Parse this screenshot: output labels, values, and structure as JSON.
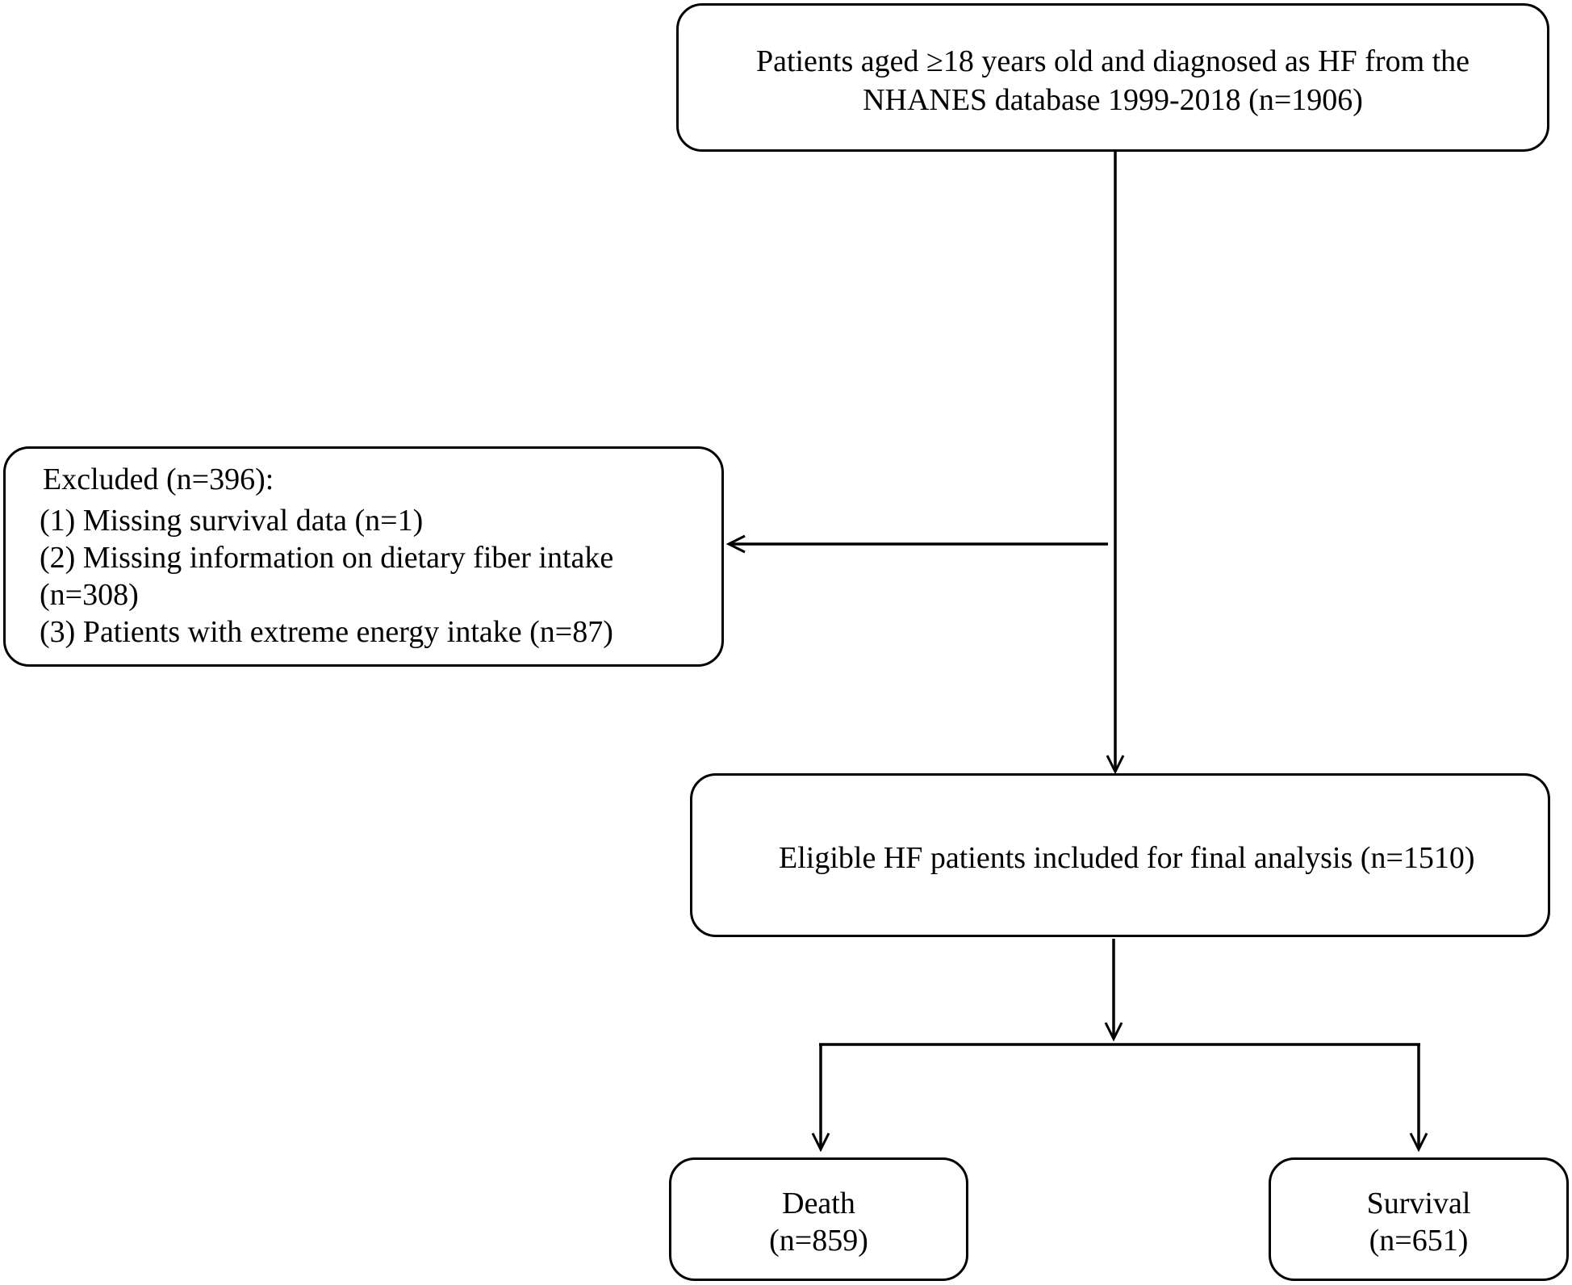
{
  "boxes": {
    "source": {
      "line1": "Patients aged ≥18 years old and diagnosed as HF from the",
      "line2": "NHANES database 1999-2018 (n=1906)"
    },
    "excluded": {
      "title": "Excluded (n=396):",
      "items": [
        "(1) Missing survival data (n=1)",
        "(2) Missing information on dietary fiber intake",
        "(n=308)",
        "(3) Patients with extreme energy intake (n=87)"
      ]
    },
    "eligible": {
      "text": "Eligible HF patients included for final analysis (n=1510)"
    },
    "death": {
      "label": "Death",
      "count": "(n=859)"
    },
    "survival": {
      "label": "Survival",
      "count": "(n=651)"
    }
  },
  "colors": {
    "stroke": "#000000",
    "background": "#ffffff"
  }
}
